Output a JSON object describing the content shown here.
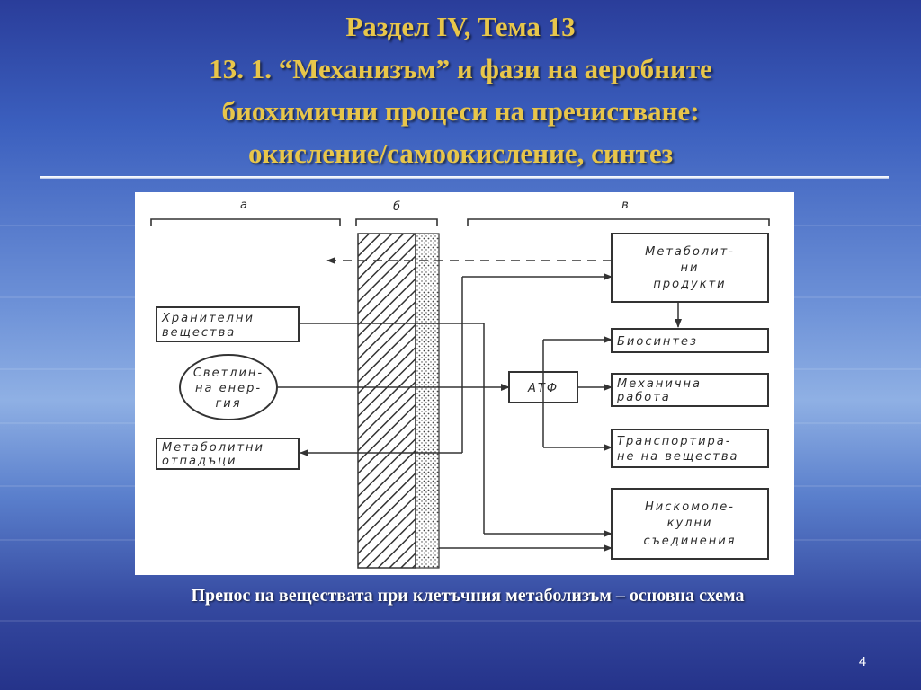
{
  "slide": {
    "title_lines": [
      "Раздел IV, Тема 13",
      "13. 1. “Механизъм” и фази на аеробните",
      "биохимични процеси на пречистване:",
      "окисление/самоокисление, синтез"
    ],
    "caption": "Пренос на веществата при клетъчния метаболизъм – основна схема",
    "page_number": "4"
  },
  "diagram": {
    "zone_labels": [
      "а",
      "б",
      "в"
    ],
    "nodes": {
      "food": [
        "Хранителни",
        "вещества"
      ],
      "light": [
        "Светлин-",
        "на енер-",
        "гия"
      ],
      "waste": [
        "Метаболитни",
        "отпадъци"
      ],
      "atp": "АТФ",
      "metabolic_products": [
        "Метаболит-",
        "ни",
        "продукти"
      ],
      "biosynthesis": "Биосинтез",
      "mechanical_work": [
        "Механична",
        "работа"
      ],
      "transport": [
        "Транспортира-",
        "не на вещества"
      ],
      "low_molecular": [
        "Нискомоле-",
        "кулни",
        "съединения"
      ]
    }
  }
}
